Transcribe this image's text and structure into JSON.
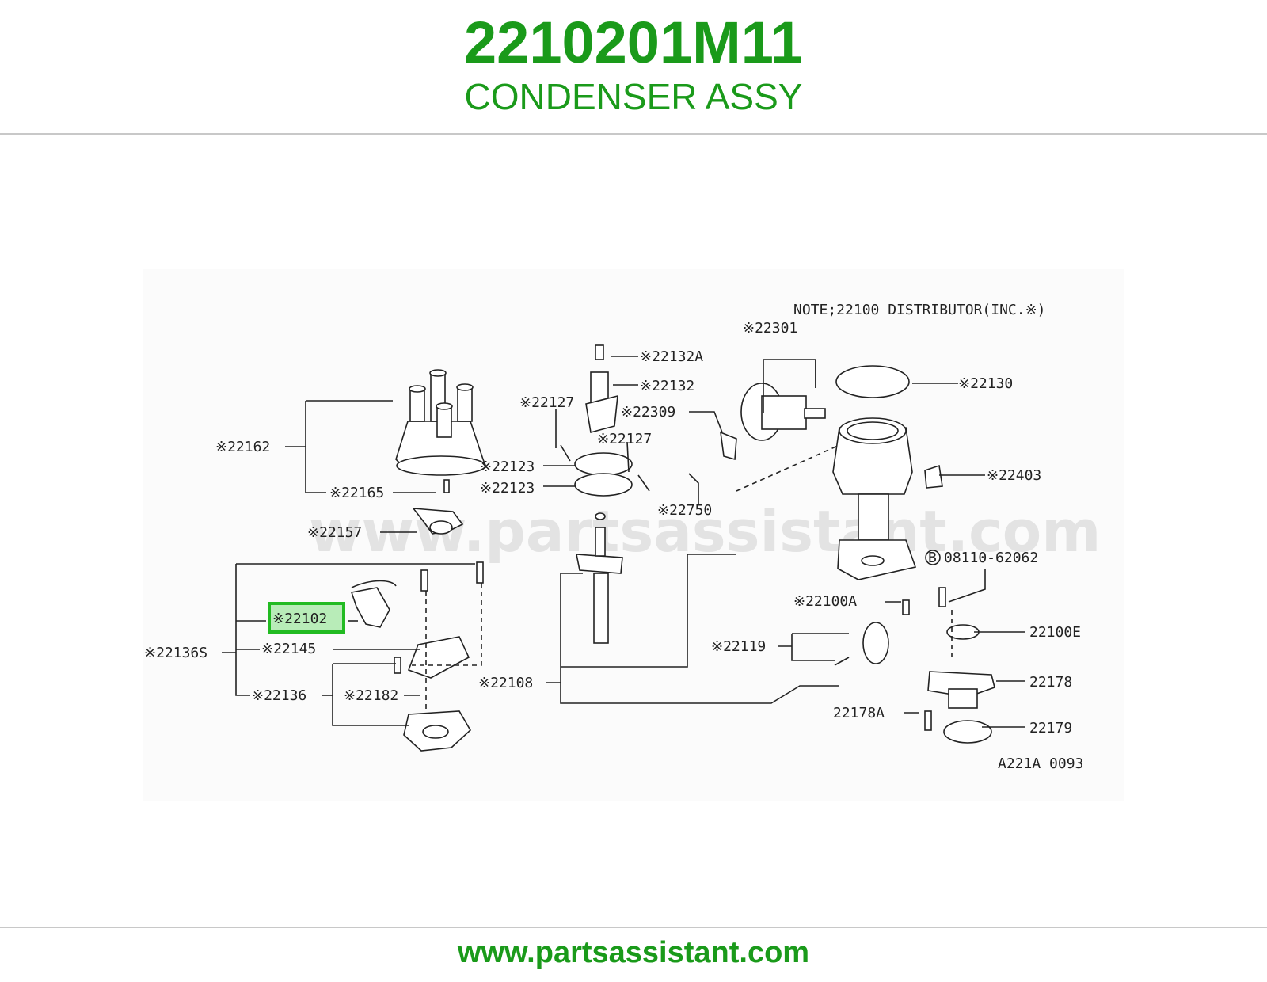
{
  "header": {
    "part_number": "2210201M11",
    "part_name": "CONDENSER ASSY"
  },
  "diagram": {
    "note": "NOTE;22100 DISTRIBUTOR(INC.※)",
    "code": "A221A 0093",
    "watermark": "www.partsassistant.com",
    "highlight_color": "#22bb22",
    "highlighted_callout": "※22102",
    "callouts": {
      "c22301": "※22301",
      "c22132a": "※22132A",
      "c22132": "※22132",
      "c22130": "※22130",
      "c22127a": "※22127",
      "c22309": "※22309",
      "c22127b": "※22127",
      "c22162": "※22162",
      "c22123a": "※22123",
      "c22123b": "※22123",
      "c22403": "※22403",
      "c22165": "※22165",
      "c22750": "※22750",
      "c22157": "※22157",
      "c08110": "08110-62062",
      "c08110_mark": "B",
      "c22102": "※22102",
      "c22100a": "※22100A",
      "c22100e": "22100E",
      "c22136s": "※22136S",
      "c22145": "※22145",
      "c22119": "※22119",
      "c22178": "22178",
      "c22136": "※22136",
      "c22182": "※22182",
      "c22108": "※22108",
      "c22178a": "22178A",
      "c22179": "22179"
    }
  },
  "footer": {
    "url": "www.partsassistant.com"
  }
}
